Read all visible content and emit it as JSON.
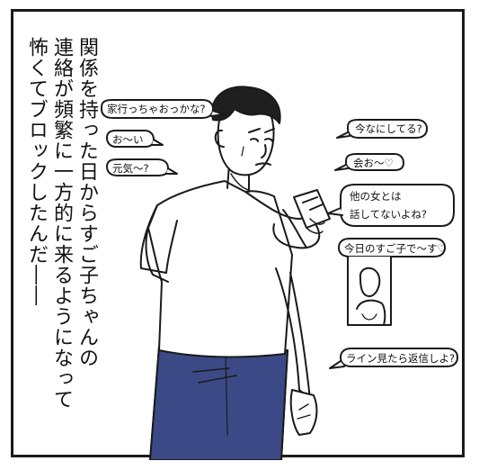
{
  "narration": {
    "col1": "関係を持った日からすご子ちゃんの",
    "col2": "連絡が頻繁に一方的に来るようになって",
    "col3": "怖くてブロックしたんだ――"
  },
  "left_bubbles": [
    "家行っちゃおっかな?",
    "お〜い",
    "元気〜?"
  ],
  "right_bubbles": [
    "今なにしてる?",
    "会お〜♡",
    "他の女とは",
    "話してないよね?",
    "今日のすご子で〜す♡",
    "ライン見たら返信しよ?"
  ]
}
